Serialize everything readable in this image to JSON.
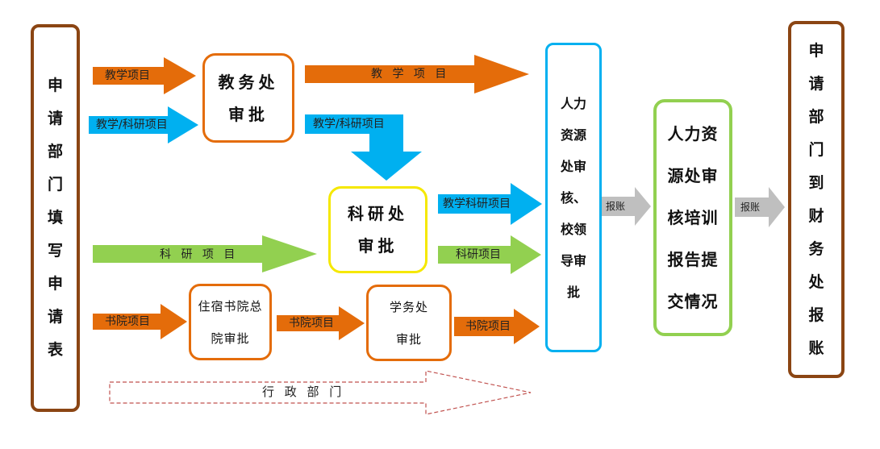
{
  "nodes": {
    "applicant_form": "申请部门填写申请表",
    "academic_affairs": "教务处审批",
    "research_office": "科研处审批",
    "residential_college": "住宿书院总院审批",
    "student_affairs": "学务处审批",
    "hr_review": "人力资源处审核、校领导审批",
    "hr_training_report": "人力资源处审核培训报告提交情况",
    "finance_reimbursement": "申请部门到财务处报账"
  },
  "edges": {
    "teaching_in": "教学项目",
    "teaching_research_in": "教学/科研项目",
    "teaching_out": "教 学 项 目",
    "teaching_research_down": "教学/科研项目",
    "research_in": "科 研 项 目",
    "teaching_research_out": "教学科研项目",
    "research_out": "科研项目",
    "college_in": "书院项目",
    "college_mid": "书院项目",
    "college_out": "书院项目",
    "reimburse_1": "报账",
    "reimburse_2": "报账",
    "admin_dept": "行 政 部 门"
  },
  "colors": {
    "orange": "#E46C0A",
    "blue": "#00B0F0",
    "green": "#92D050",
    "gray": "#BFBFBF",
    "brown": "#8B4513",
    "yellow": "#F5E800",
    "dashed": "#C0504D"
  }
}
